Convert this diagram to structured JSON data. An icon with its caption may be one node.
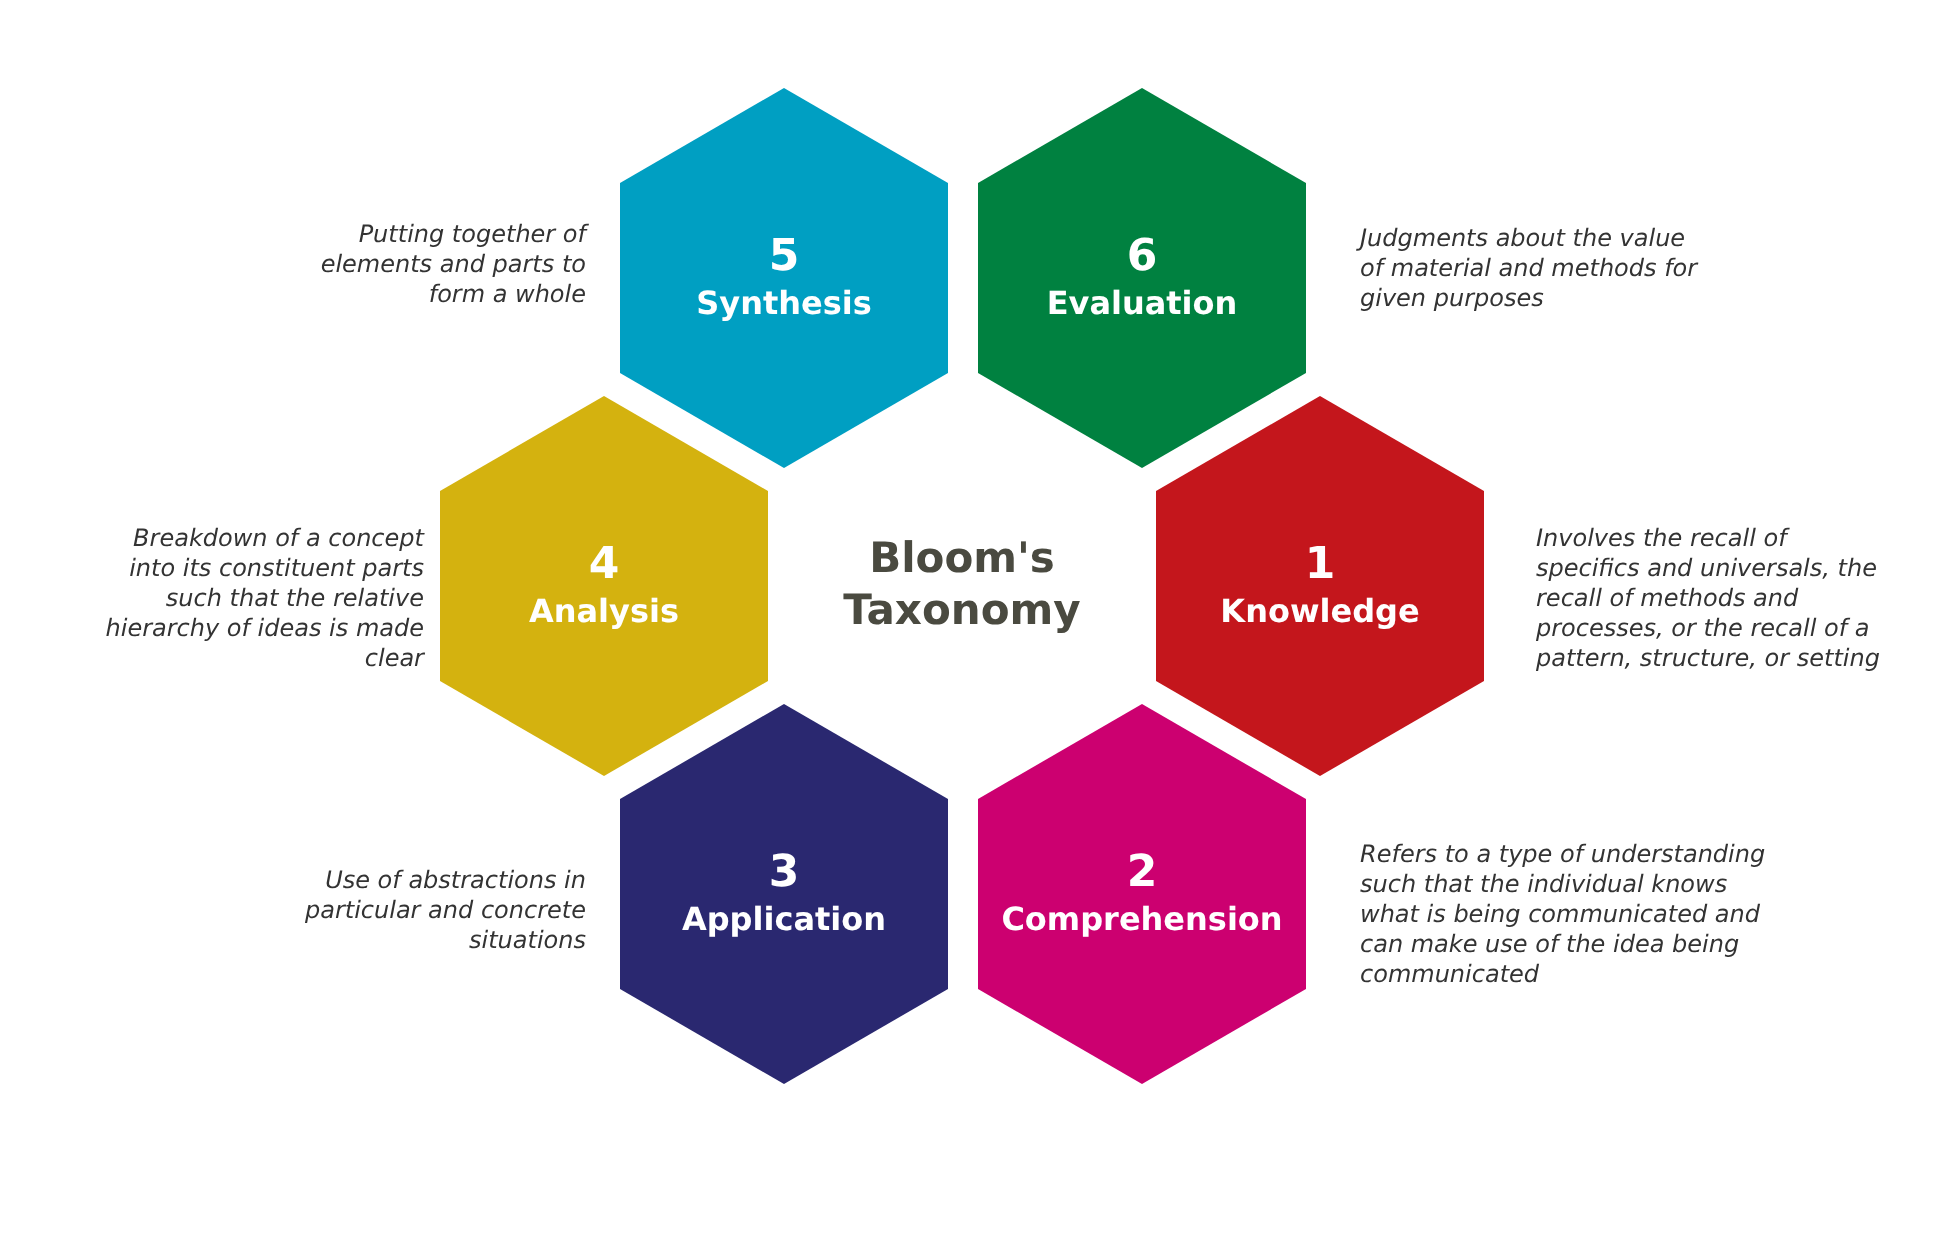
{
  "diagram": {
    "title": "Bloom's Taxonomy",
    "nodes": [
      {
        "text": [
          "5",
          "Synthesis"
        ],
        "beside": [
          "Putting together of elements and parts to form a whole"
        ]
      },
      {
        "text": [
          "6",
          "Evaluation"
        ],
        "beside": [
          "Judgments about the value of material and methods for given purposes"
        ]
      },
      {
        "text": [
          "4",
          "Analysis"
        ],
        "beside": [
          "Breakdown of a concept into its constituent parts such that the relative hierarchy of ideas is made clear"
        ]
      },
      {
        "text": [
          "1",
          "Knowledge"
        ],
        "beside": [
          "Involves the recall of specifics and universals, the recall of methods and processes, or the recall of a pattern, structure, or setting"
        ]
      },
      {
        "text": [
          "3",
          "Application"
        ],
        "beside": [
          "Use of abstractions in particular and concrete situations"
        ]
      },
      {
        "text": [
          "2",
          "Comprehension"
        ],
        "beside": [
          "Refers to a type of understanding such that the individual knows what is being communicated and can make use of the idea being communicated"
        ]
      }
    ]
  }
}
